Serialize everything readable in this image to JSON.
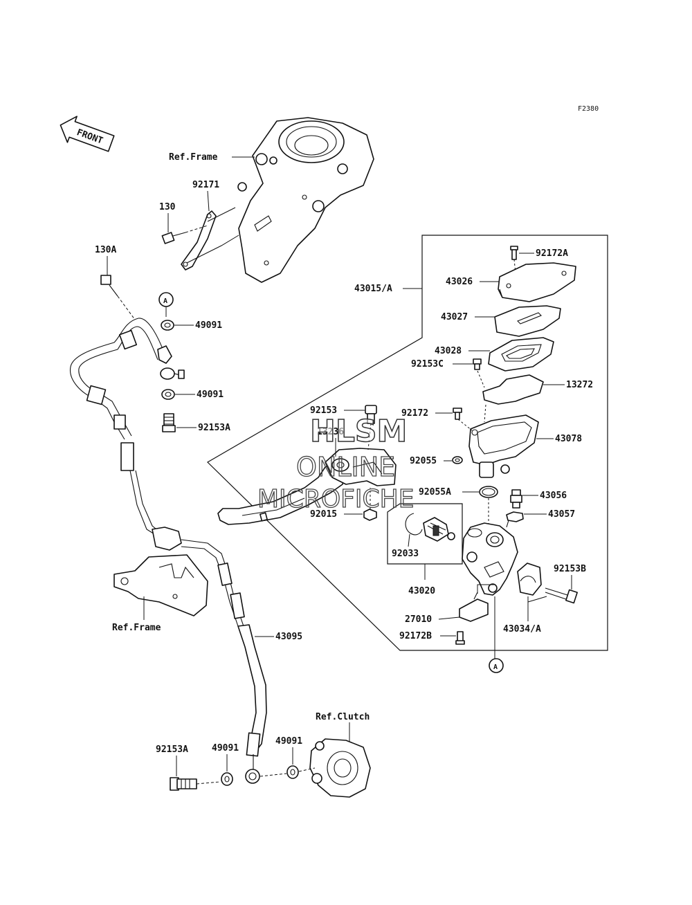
{
  "diagram_code": "F2380",
  "front_arrow": "FRONT",
  "watermark": {
    "line1": "HLSM",
    "line2": "ONLINE",
    "line3": "MICROFICHE"
  },
  "labels": {
    "ref_frame_top": "Ref.Frame",
    "p92171": "92171",
    "p130": "130",
    "p130a": "130A",
    "circle_a_top": "A",
    "p49091_upper": "49091",
    "p49091_mid": "49091",
    "p92153a_upper": "92153A",
    "ref_frame_mid": "Ref.Frame",
    "p43095": "43095",
    "ref_clutch": "Ref.Clutch",
    "p92153a_lower": "92153A",
    "p49091_lower_left": "49091",
    "p49091_lower_right": "49091",
    "p43015a": "43015/A",
    "p92172a": "92172A",
    "p43026": "43026",
    "p43027": "43027",
    "p43028": "43028",
    "p92153c": "92153C",
    "p13272": "13272",
    "p92153": "92153",
    "p13236": "13236",
    "p92172": "92172",
    "p43078": "43078",
    "p92055": "92055",
    "p92055a": "92055A",
    "p43056": "43056",
    "p43057": "43057",
    "p92015": "92015",
    "p92033": "92033",
    "p43020": "43020",
    "p92153b": "92153B",
    "p27010": "27010",
    "p43034a": "43034/A",
    "p92172b": "92172B",
    "circle_a_bottom": "A"
  }
}
